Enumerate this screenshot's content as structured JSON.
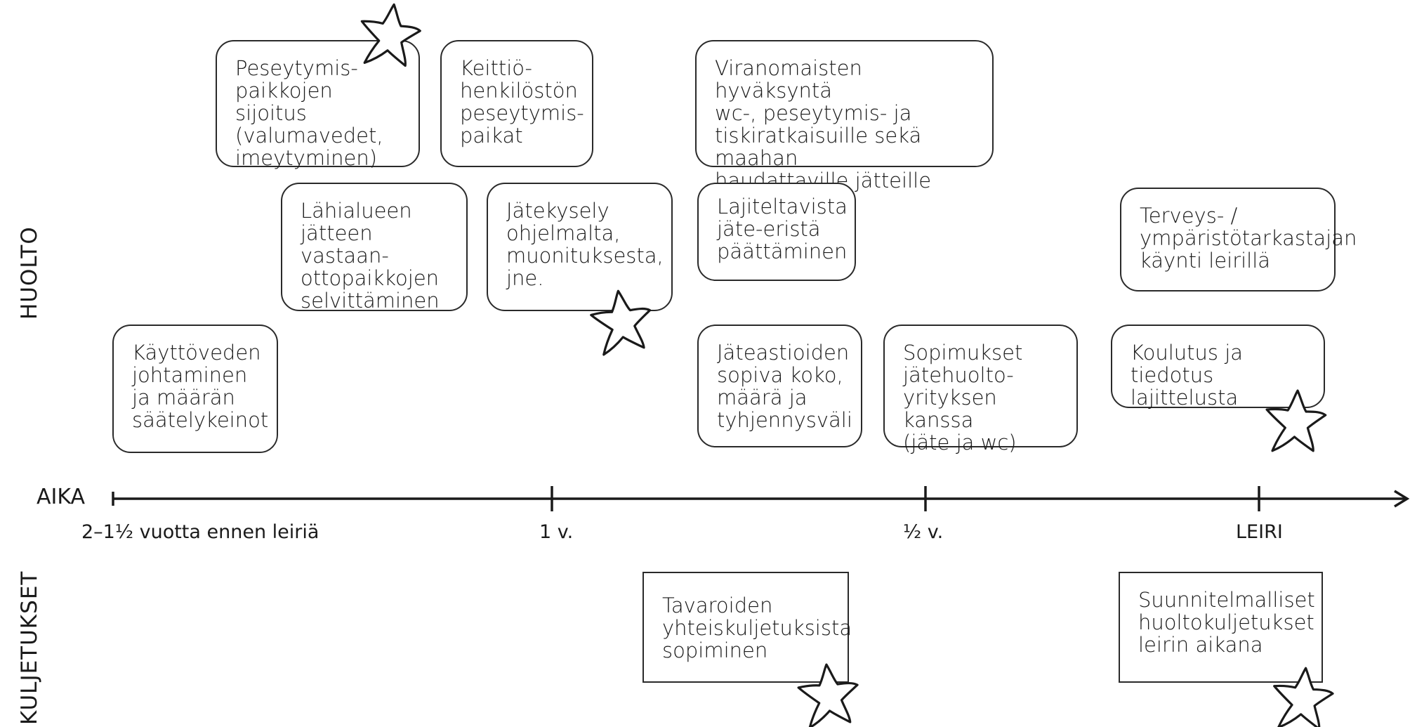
{
  "rows": {
    "huolto": "HUOLTO",
    "kuljetukset": "KULJETUKSET"
  },
  "timeline": {
    "axis_label": "AIKA",
    "ticks": [
      "2–1½ vuotta ennen leiriä",
      "1 v.",
      "½ v.",
      "LEIRI"
    ]
  },
  "huolto_tasks": [
    "Peseytymis-\npaikkojen sijoitus\n(valumavedet,\nimeytyminen)",
    "Keittiö-\nhenkilöstön\npeseytymis-\npaikat",
    "Viranomaisten hyväksyntä\nwc-,  peseytymis- ja\ntiskiratkaisuille sekä maahan\nhaudattaville jätteille (bio?)",
    "Lähialueen\njätteen vastaan-\nottopaikkojen\nselvittäminen",
    "Jätekysely\nohjelmalta,\nmuonituksesta,\njne.",
    "Lajiteltavista\njäte-eristä\npäättäminen",
    "Terveys- /\nympäristötarkastajan\nkäynti leirillä",
    "Käyttöveden\njohtaminen\nja  määrän\nsäätelykeinot",
    "Jäteastioiden\nsopiva koko,\nmäärä ja\ntyhjennysväli",
    "Sopimukset\njätehuolto-\nyrityksen kanssa\n(jäte ja wc)",
    "Koulutus ja\ntiedotus lajittelusta"
  ],
  "kuljetus_tasks": [
    "Tavaroiden\nyhteiskuljetuksista\nsopiminen",
    "Suunnitelmalliset\nhuoltokuljetukset\nleirin aikana"
  ],
  "colors": {
    "line": "#1a1a1a",
    "border": "#2a2a2a"
  },
  "icons": [
    "star-icon"
  ]
}
